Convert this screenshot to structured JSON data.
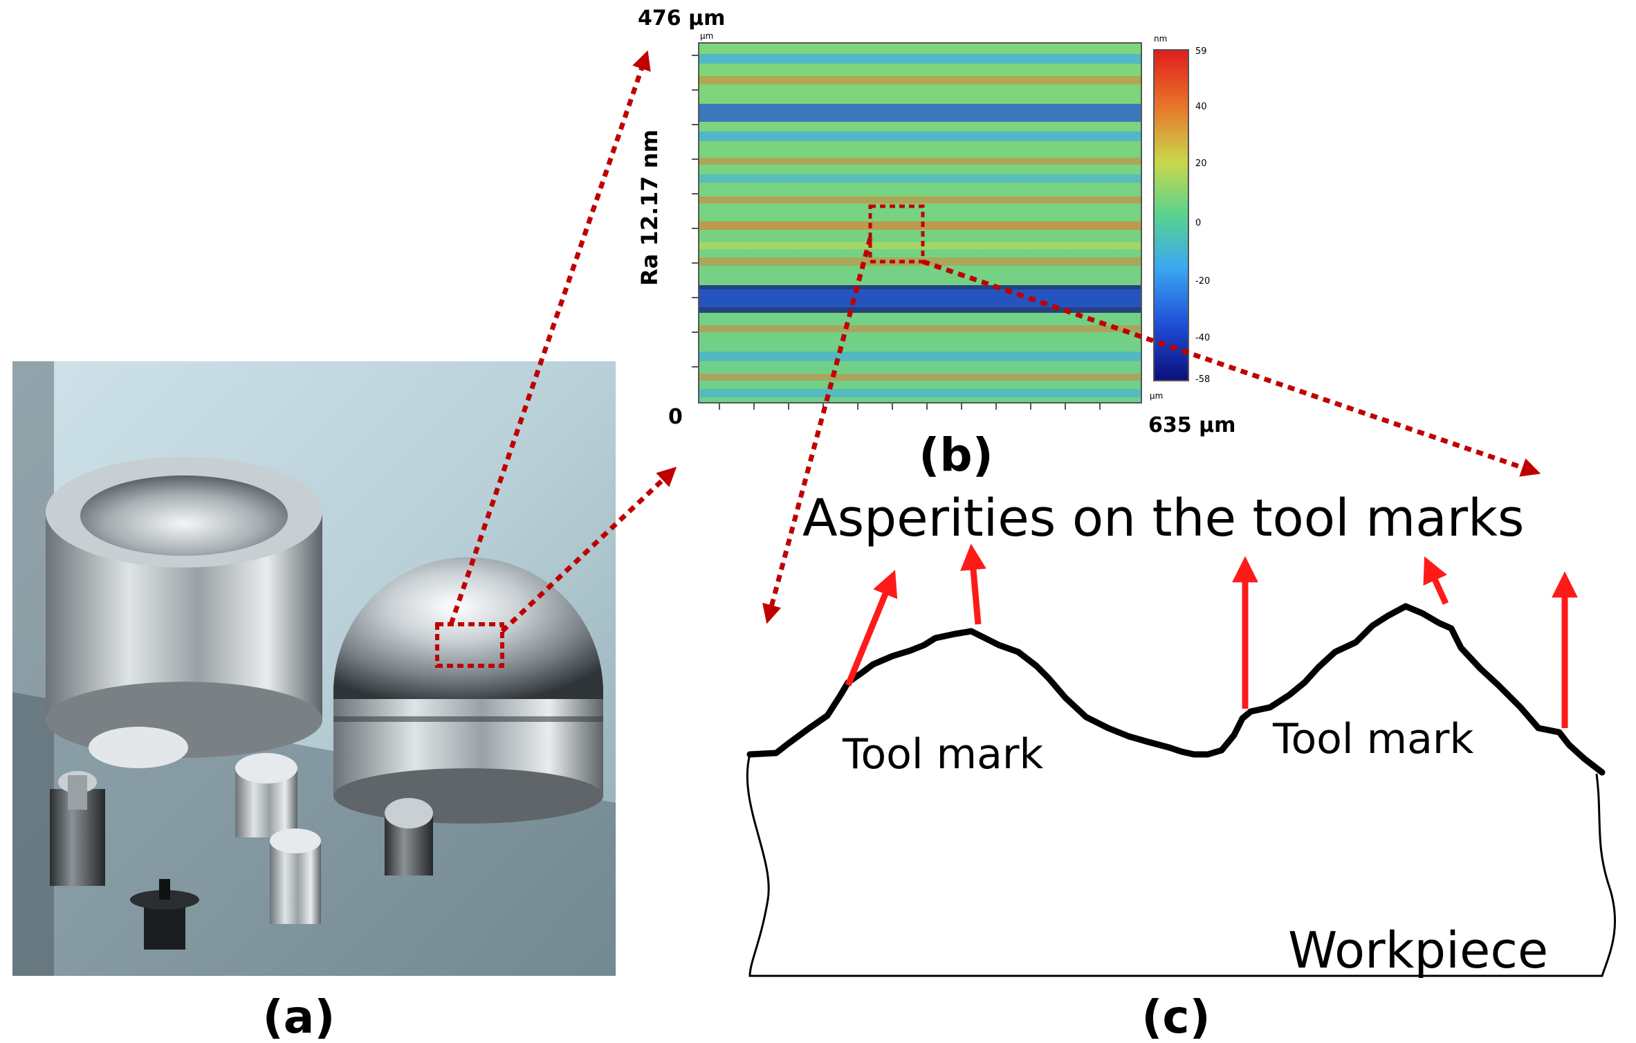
{
  "panels": {
    "a": {
      "label": "(a)"
    },
    "b": {
      "label": "(b)"
    },
    "c": {
      "label": "(c)"
    }
  },
  "surface_map": {
    "y_top": "476 µm",
    "y_bottom": "0",
    "x_right": "635 µm",
    "axis_unit_top": "µm",
    "axis_unit_bottom": "µm",
    "roughness": "Ra 12.17 nm",
    "colorbar": {
      "unit": "nm",
      "ticks": [
        "59",
        "40",
        "20",
        "0",
        "-20",
        "-40",
        "-58"
      ],
      "colors": [
        "#0a0f7a",
        "#1f4fd8",
        "#3aa7f0",
        "#58d38f",
        "#c8d84a",
        "#e8742a",
        "#e11d1d"
      ]
    }
  },
  "profile": {
    "title": "Asperities on the tool marks",
    "tool_mark_1": "Tool mark",
    "tool_mark_2": "Tool mark",
    "workpiece": "Workpiece"
  },
  "colors": {
    "callout_arrow": "#c00000",
    "asperity_arrow": "#ff1a1a"
  }
}
